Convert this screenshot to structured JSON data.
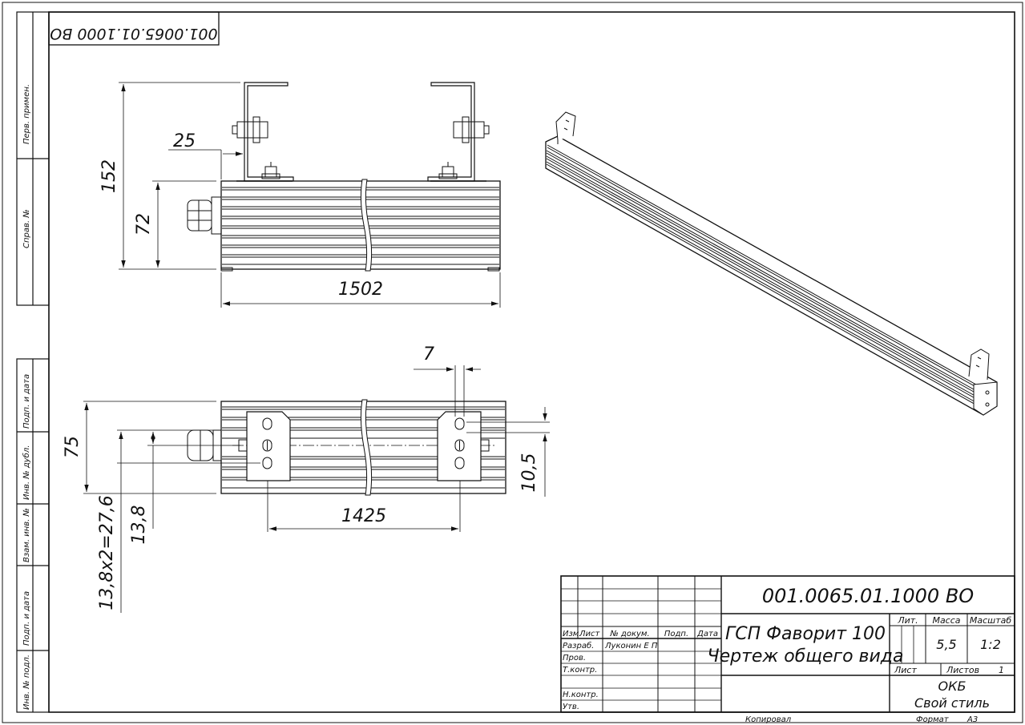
{
  "document": {
    "code": "001.0065.01.1000 ВО",
    "title_line1": "ГСП Фаворит 100",
    "title_line2": "Чертеж общего вида",
    "mass": "5,5",
    "scale": "1:2",
    "sheets_total": "1",
    "organization_line1": "ОКБ",
    "organization_line2": "Свой стиль",
    "copied_label": "Копировал",
    "format_label": "Формат",
    "format_value": "А3"
  },
  "side_strip": {
    "perv_primen": "Перв. примен.",
    "sprav_no": "Справ. №",
    "podp_data_1": "Подп. и дата",
    "inv_dubl": "Инв. № дубл.",
    "vzam_inv": "Взам. инв. №",
    "podp_data_2": "Подп. и дата",
    "inv_podl": "Инв. № подл."
  },
  "title_block": {
    "col_izm": "Изм.",
    "col_list": "Лист",
    "col_docum": "№ докум.",
    "col_podp": "Подп.",
    "col_data": "Дата",
    "row_razrab": "Разраб.",
    "razrab_name": "Луконин Е П",
    "row_prov": "Пров.",
    "row_tkontr": "Т.контр.",
    "row_nkontr": "Н.контр.",
    "row_utv": "Утв.",
    "lit_label": "Лит.",
    "mass_label": "Масса",
    "scale_label": "Масштаб",
    "sheet_label": "Лист",
    "sheets_label": "Листов"
  },
  "dimensions": {
    "height_total": "152",
    "body_height": "72",
    "bracket_offset": "25",
    "length": "1502",
    "slot_width": "7",
    "width": "75",
    "hole_pitch_total": "13,8x2=27,6",
    "hole_pitch": "13,8",
    "bracket_spacing": "1425",
    "slot_height": "10,5"
  }
}
